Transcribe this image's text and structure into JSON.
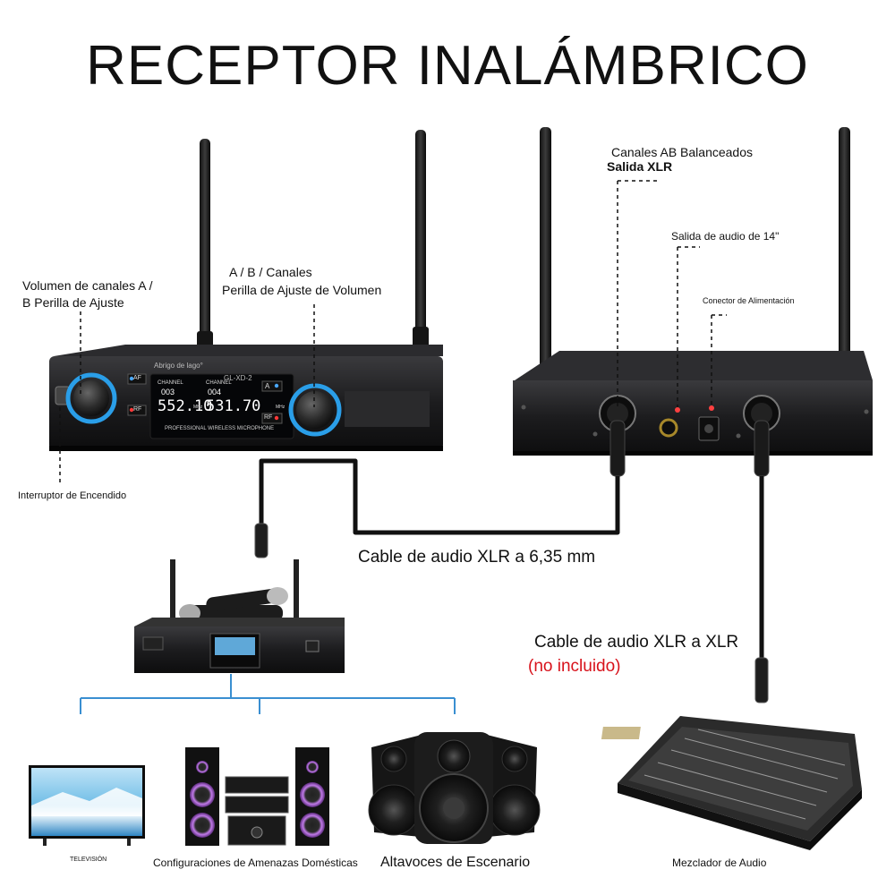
{
  "title": "RECEPTOR INALÁMBRICO",
  "front_receiver": {
    "brand": "Abrigo de lago°",
    "model": "GL-XD-2",
    "channel_a_label": "CHANNEL",
    "channel_a_num": "003",
    "channel_a_freq": "552.10",
    "channel_b_label": "CHANNEL",
    "channel_b_num": "004",
    "channel_b_freq": "531.70",
    "freq_unit": "MHz",
    "footer": "PROFESSIONAL WIRELESS MICROPHONE",
    "af_badge": "AF",
    "rf_badge": "RF",
    "a_badge": "A",
    "rf_badge_right": "RF"
  },
  "annotations": {
    "volume_knob": [
      "Volumen de canales A /",
      "B Perilla de Ajuste"
    ],
    "ab_knob": [
      "A / B / Canales",
      "Perilla de Ajuste de Volumen"
    ],
    "power_switch": "Interruptor de Encendido",
    "xlr_out": [
      "Canales AB Balanceados",
      "Salida XLR"
    ],
    "audio_out": "Salida de audio de 14\"",
    "power_connector": "Conector de Alimentación",
    "cable_635": "Cable de audio XLR a 6,35 mm",
    "cable_xlr": "Cable de audio XLR a XLR",
    "not_included": "(no incluido)"
  },
  "devices": {
    "tv": "TELEVISIÓN",
    "home": "Configuraciones de Amenazas Domésticas",
    "stage": "Altavoces de Escenario",
    "mixer": "Mezclador de Audio"
  },
  "colors": {
    "accent_blue": "#2a9ee8",
    "label_red": "#d8121b",
    "device_body": "#1b1b1d"
  }
}
